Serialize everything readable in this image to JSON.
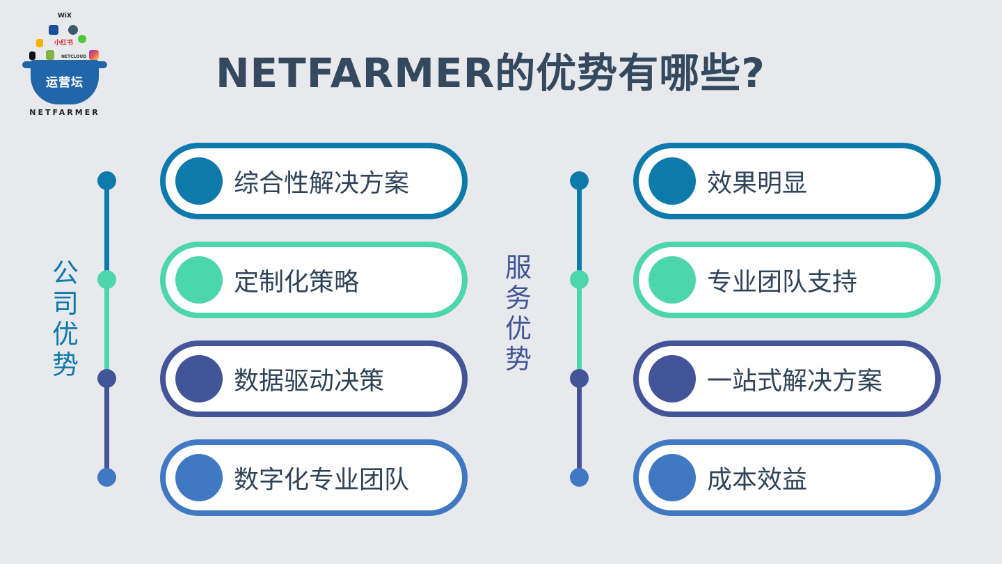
{
  "logo": {
    "top_label": "WiX",
    "pot_label": "运营坛",
    "brand": "NETFARMER",
    "icons": [
      "facebook-icon",
      "wordpress-icon",
      "google-ads-icon",
      "xiaohongshu-icon",
      "wechat-icon",
      "tiktok-icon",
      "shopify-icon",
      "netcloud-icon",
      "instagram-icon"
    ],
    "xiaohongshu_text": "小红书",
    "netcloud_text": "NETCLOUD"
  },
  "title": "NETFARMER的优势有哪些?",
  "colors": {
    "teal_blue": "#0e7aab",
    "mint": "#4cd6ab",
    "indigo": "#435598",
    "sky_blue": "#4078c4",
    "title": "#34495e",
    "background": "#e8e9ed"
  },
  "company": {
    "label": [
      "公",
      "司",
      "优",
      "势"
    ],
    "items": [
      {
        "label": "综合性解决方案",
        "color": "#0e7aab"
      },
      {
        "label": "定制化策略",
        "color": "#4cd6ab"
      },
      {
        "label": "数据驱动决策",
        "color": "#435598"
      },
      {
        "label": "数字化专业团队",
        "color": "#4078c4"
      }
    ]
  },
  "service": {
    "label": [
      "服",
      "务",
      "优",
      "势"
    ],
    "items": [
      {
        "label": "效果明显",
        "color": "#0e7aab"
      },
      {
        "label": "专业团队支持",
        "color": "#4cd6ab"
      },
      {
        "label": "一站式解决方案",
        "color": "#435598"
      },
      {
        "label": "成本效益",
        "color": "#4078c4"
      }
    ]
  }
}
